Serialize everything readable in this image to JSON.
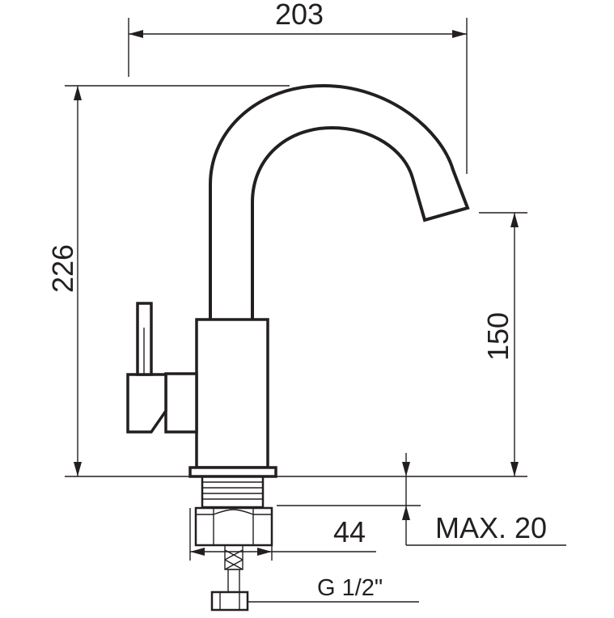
{
  "dimensions": {
    "overall_width": "203",
    "overall_height": "226",
    "spout_height": "150",
    "base_diameter": "44",
    "max_thickness": "MAX. 20",
    "connection_thread": "G 1/2\""
  },
  "colors": {
    "line": "#231f20",
    "background": "#ffffff"
  }
}
